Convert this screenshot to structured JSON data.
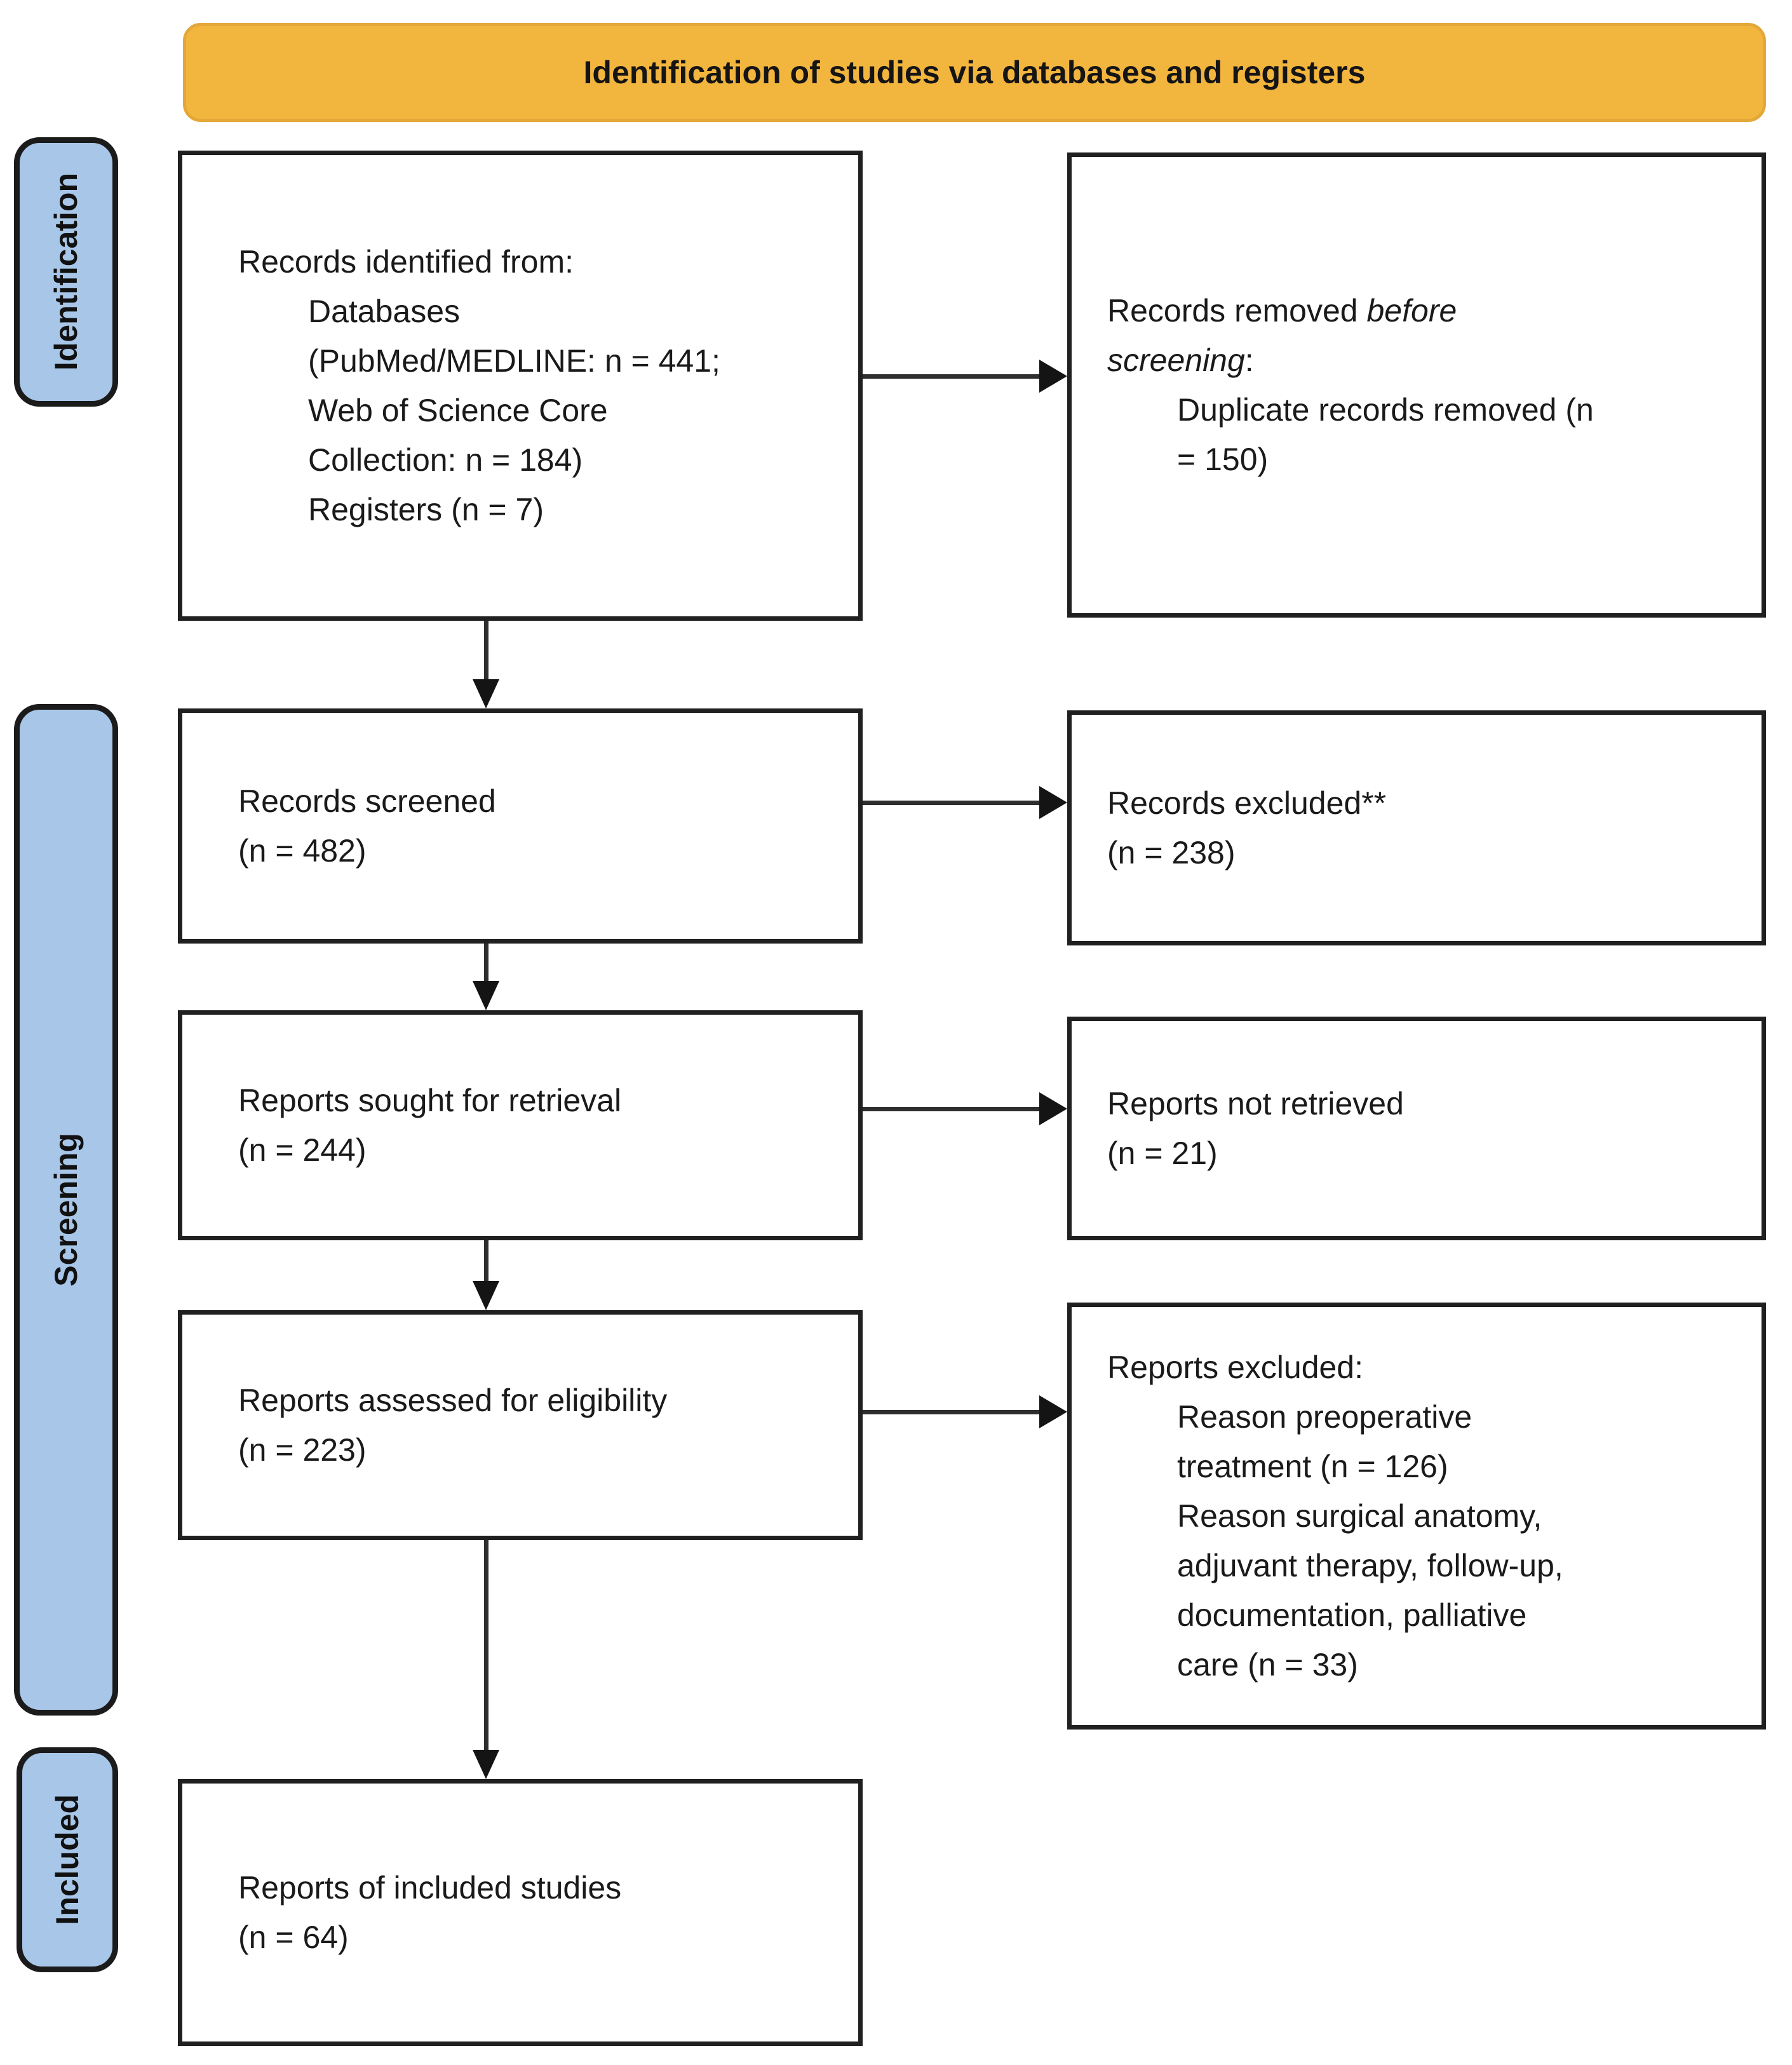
{
  "banner": {
    "title": "Identification of studies via databases and registers",
    "bg_color": "#F2B53E"
  },
  "stage_labels": [
    {
      "id": "identification",
      "label": "Identification"
    },
    {
      "id": "screening",
      "label": "Screening"
    },
    {
      "id": "included",
      "label": "Included"
    }
  ],
  "colors": {
    "stage_fill": "#A8C6E8",
    "banner_fill": "#F2B53E",
    "box_border": "#202020",
    "arrow": "#2e2e2e"
  },
  "flow": {
    "boxes": [
      {
        "id": "records-identified",
        "column": "left",
        "lines": [
          {
            "indent": 0,
            "segments": [
              {
                "text": "Records identified from:"
              }
            ]
          },
          {
            "indent": 1,
            "segments": [
              {
                "text": "Databases"
              }
            ]
          },
          {
            "indent": 1,
            "segments": [
              {
                "text": "(PubMed/MEDLINE: n = 441;"
              }
            ]
          },
          {
            "indent": 1,
            "segments": [
              {
                "text": "Web of Science Core"
              }
            ]
          },
          {
            "indent": 1,
            "segments": [
              {
                "text": "Collection: n = 184)"
              }
            ]
          },
          {
            "indent": 1,
            "segments": [
              {
                "text": "Registers (n = 7)"
              }
            ]
          }
        ]
      },
      {
        "id": "records-removed",
        "column": "right",
        "lines": [
          {
            "indent": 0,
            "segments": [
              {
                "text": "Records removed "
              },
              {
                "text": "before",
                "italic": true
              }
            ]
          },
          {
            "indent": 0,
            "segments": [
              {
                "text": "screening",
                "italic": true
              },
              {
                "text": ":"
              }
            ]
          },
          {
            "indent": 1,
            "segments": [
              {
                "text": "Duplicate records removed (n"
              }
            ]
          },
          {
            "indent": 1,
            "segments": [
              {
                "text": "= 150)"
              }
            ]
          }
        ]
      },
      {
        "id": "records-screened",
        "column": "left",
        "lines": [
          {
            "indent": 0,
            "segments": [
              {
                "text": "Records screened"
              }
            ]
          },
          {
            "indent": 0,
            "segments": [
              {
                "text": "(n = 482)"
              }
            ]
          }
        ]
      },
      {
        "id": "records-excluded",
        "column": "right",
        "lines": [
          {
            "indent": 0,
            "segments": [
              {
                "text": "Records excluded**"
              }
            ]
          },
          {
            "indent": 0,
            "segments": [
              {
                "text": "(n = 238)"
              }
            ]
          }
        ]
      },
      {
        "id": "reports-sought",
        "column": "left",
        "lines": [
          {
            "indent": 0,
            "segments": [
              {
                "text": "Reports sought for retrieval"
              }
            ]
          },
          {
            "indent": 0,
            "segments": [
              {
                "text": "(n = 244)"
              }
            ]
          }
        ]
      },
      {
        "id": "reports-not-retrieved",
        "column": "right",
        "lines": [
          {
            "indent": 0,
            "segments": [
              {
                "text": "Reports not retrieved"
              }
            ]
          },
          {
            "indent": 0,
            "segments": [
              {
                "text": "(n = 21)"
              }
            ]
          }
        ]
      },
      {
        "id": "reports-assessed",
        "column": "left",
        "lines": [
          {
            "indent": 0,
            "segments": [
              {
                "text": "Reports assessed for eligibility"
              }
            ]
          },
          {
            "indent": 0,
            "segments": [
              {
                "text": "(n = 223)"
              }
            ]
          }
        ]
      },
      {
        "id": "reports-excluded",
        "column": "right",
        "lines": [
          {
            "indent": 0,
            "segments": [
              {
                "text": "Reports excluded:"
              }
            ]
          },
          {
            "indent": 1,
            "segments": [
              {
                "text": "Reason preoperative"
              }
            ]
          },
          {
            "indent": 1,
            "segments": [
              {
                "text": "treatment (n = 126)"
              }
            ]
          },
          {
            "indent": 1,
            "segments": [
              {
                "text": "Reason surgical anatomy,"
              }
            ]
          },
          {
            "indent": 1,
            "segments": [
              {
                "text": "adjuvant therapy, follow-up,"
              }
            ]
          },
          {
            "indent": 1,
            "segments": [
              {
                "text": "documentation, palliative"
              }
            ]
          },
          {
            "indent": 1,
            "segments": [
              {
                "text": "care (n = 33)"
              }
            ]
          }
        ]
      },
      {
        "id": "reports-included",
        "column": "left",
        "lines": [
          {
            "indent": 0,
            "segments": [
              {
                "text": "Reports of included studies"
              }
            ]
          },
          {
            "indent": 0,
            "segments": [
              {
                "text": "(n = 64)"
              }
            ]
          }
        ]
      }
    ]
  }
}
